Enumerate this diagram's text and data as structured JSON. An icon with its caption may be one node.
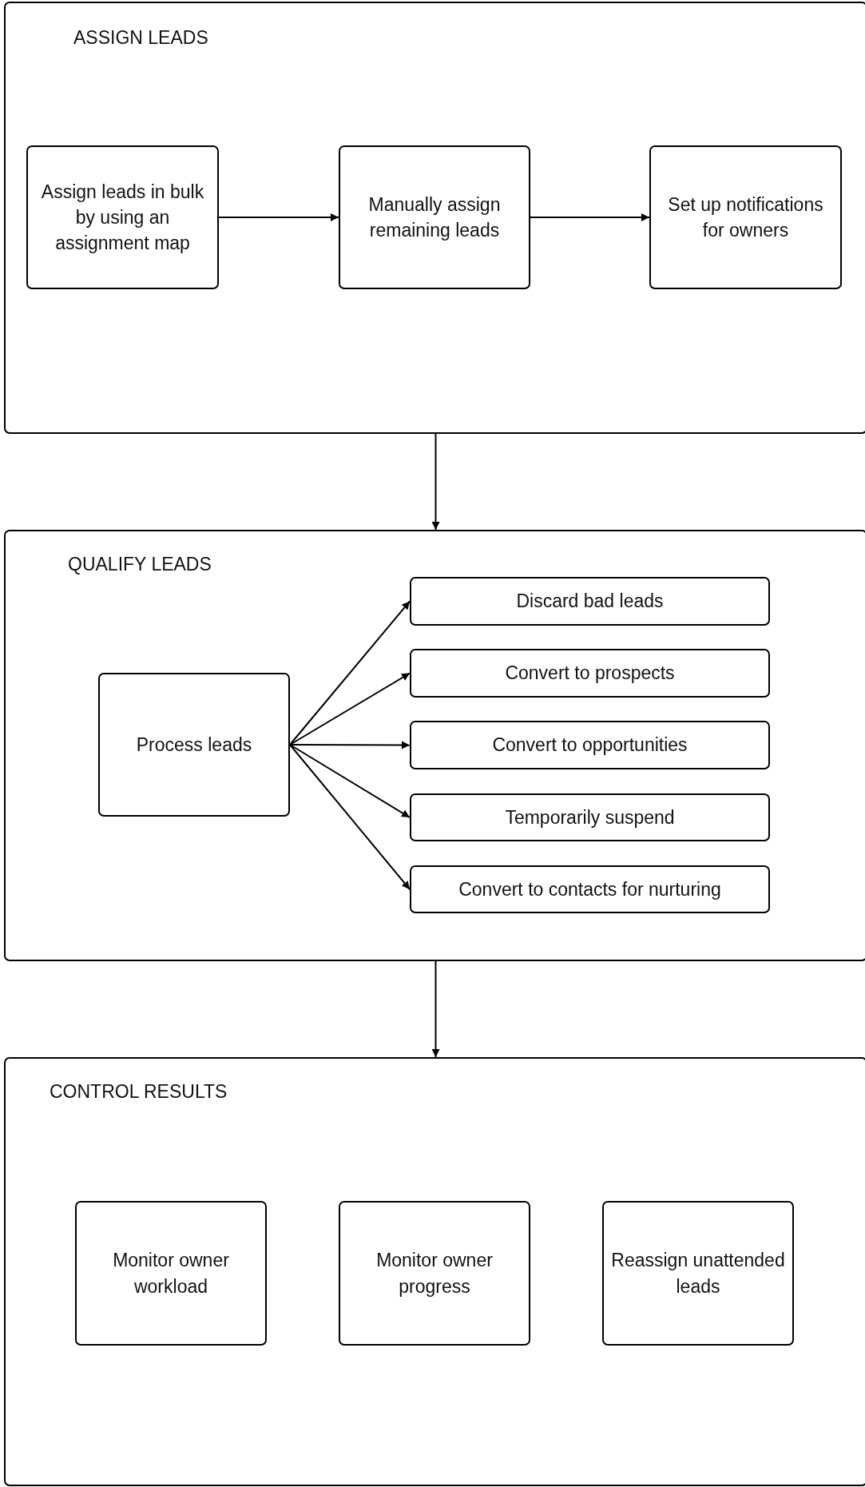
{
  "diagram": {
    "nodes": [
      {
        "text": [
          "ASSIGN LEADS"
        ]
      },
      {
        "text": [
          "Assign leads in bulk by using an assignment map"
        ],
        "in": 0
      },
      {
        "text": [
          "Manually assign remaining leads"
        ],
        "in": 0
      },
      {
        "text": [
          "Set up notifications for owners"
        ],
        "in": 0
      },
      {
        "text": [
          "QUALIFY LEADS"
        ]
      },
      {
        "text": [
          "Process leads"
        ],
        "in": 4
      },
      {
        "text": [
          "Discard bad leads"
        ],
        "in": 4
      },
      {
        "text": [
          "Convert to prospects"
        ],
        "in": 4
      },
      {
        "text": [
          "Convert to opportunities"
        ],
        "in": 4
      },
      {
        "text": [
          "Temporarily suspend"
        ],
        "in": 4
      },
      {
        "text": [
          "Convert to contacts for nurturing"
        ],
        "in": 4
      },
      {
        "text": [
          "CONTROL RESULTS"
        ]
      },
      {
        "text": [
          "Monitor owner workload"
        ],
        "in": 11
      },
      {
        "text": [
          "Monitor owner progress"
        ],
        "in": 11
      },
      {
        "text": [
          "Reassign unattended leads"
        ],
        "in": 11
      }
    ],
    "edges": [
      {
        "from": 1,
        "to": 2,
        "arrow": "to"
      },
      {
        "from": 2,
        "to": 3,
        "arrow": "to"
      },
      {
        "from": 0,
        "to": 4,
        "arrow": "to"
      },
      {
        "from": 5,
        "to": 6,
        "arrow": "to"
      },
      {
        "from": 5,
        "to": 7,
        "arrow": "to"
      },
      {
        "from": 5,
        "to": 8,
        "arrow": "to"
      },
      {
        "from": 5,
        "to": 9,
        "arrow": "to"
      },
      {
        "from": 5,
        "to": 10,
        "arrow": "to"
      },
      {
        "from": 4,
        "to": 11,
        "arrow": "to"
      }
    ]
  }
}
